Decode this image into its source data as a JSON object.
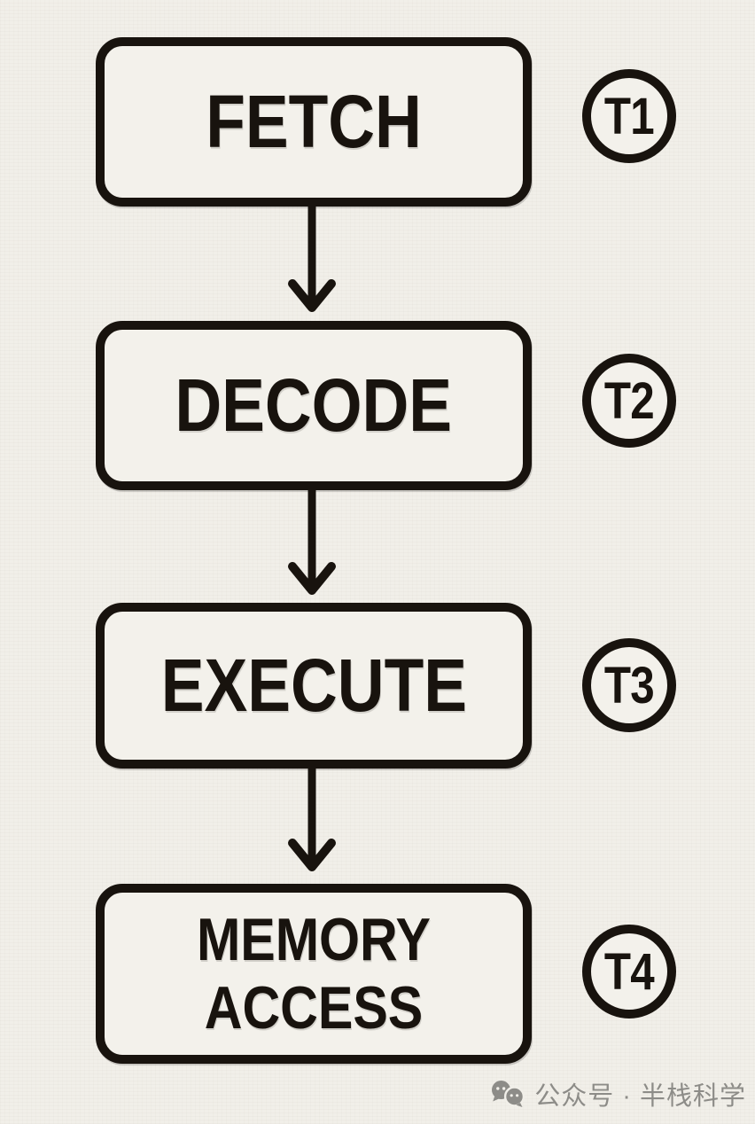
{
  "page": {
    "background_color": "#f1efe9",
    "ink_color": "#18130e",
    "watermark_color": "#8d8c88"
  },
  "diagram": {
    "type": "flowchart",
    "direction": "top-to-bottom",
    "stages": [
      {
        "label": "FETCH",
        "tag": "T1"
      },
      {
        "label": "DECODE",
        "tag": "T2"
      },
      {
        "label": "EXECUTE",
        "tag": "T3"
      },
      {
        "label": "MEMORY ACCESS",
        "tag": "T4"
      }
    ],
    "connector_icon": "arrow-down-icon"
  },
  "watermark": {
    "icon": "wechat-chat-bubbles-icon",
    "text": "公众号 · 半栈科学"
  }
}
